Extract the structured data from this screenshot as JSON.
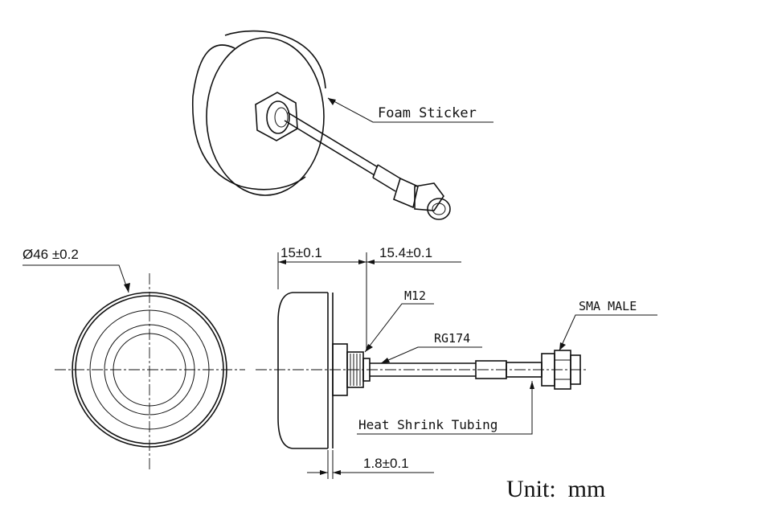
{
  "labels": {
    "foam_sticker": "Foam Sticker",
    "diameter": "Ø46  ±0.2",
    "height": "15±0.1",
    "thread_length": "15.4±0.1",
    "thread": "M12",
    "cable": "RG174",
    "connector": "SMA MALE",
    "shrink_tubing": "Heat Shrink Tubing",
    "base_thickness": "1.8±0.1",
    "unit": "Unit:  mm"
  },
  "colors": {
    "line": "#111111",
    "background": "#ffffff"
  }
}
